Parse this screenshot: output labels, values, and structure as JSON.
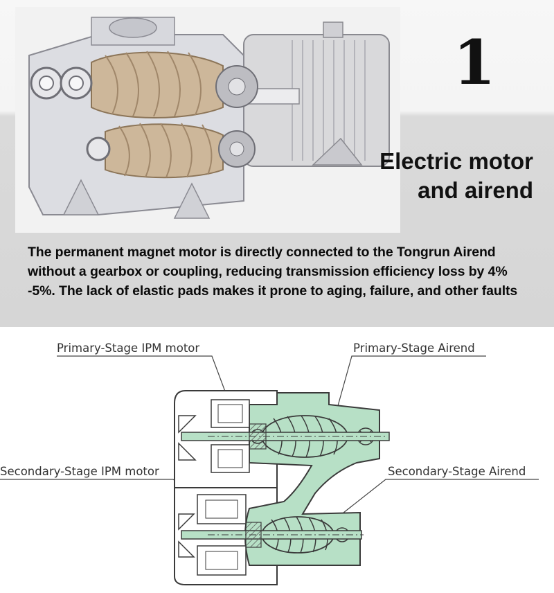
{
  "step_number": "1",
  "headline": {
    "line1": "Electric motor",
    "line2": "and airend"
  },
  "description": {
    "line1": "The permanent magnet motor is directly connected to the Tongrun Airend",
    "line2": "without a gearbox or coupling, reducing transmission efficiency loss by 4%",
    "line3": "-5%. The lack of elastic pads makes it prone to aging, failure, and other faults"
  },
  "diagram_labels": {
    "primary_motor": "Primary-Stage IPM motor",
    "primary_airend": "Primary-Stage Airend",
    "secondary_motor": "Secondary-Stage IPM motor",
    "secondary_airend": "Secondary-Stage Airend"
  },
  "colors": {
    "airend_fill": "#b7e0c6",
    "outline": "#3a3a3a",
    "band": "#d6d6d6"
  }
}
